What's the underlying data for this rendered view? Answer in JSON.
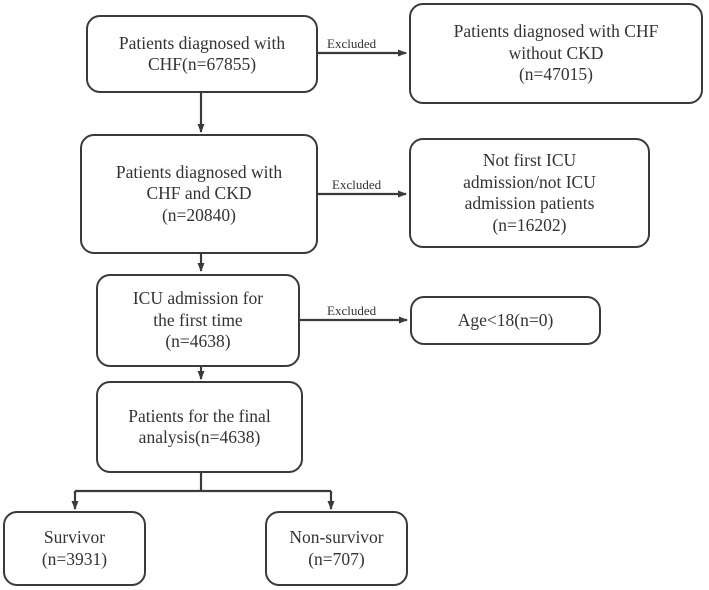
{
  "nodes": {
    "chf": {
      "lines": [
        "Patients diagnosed with",
        "CHF(n=67855)"
      ]
    },
    "chf_no_ckd": {
      "lines": [
        "Patients diagnosed with CHF",
        "without CKD",
        "(n=47015)"
      ]
    },
    "chf_ckd": {
      "lines": [
        "Patients diagnosed with",
        "CHF and CKD",
        "(n=20840)"
      ]
    },
    "not_first_icu": {
      "lines": [
        "Not first ICU",
        "admission/not ICU",
        "admission patients",
        "(n=16202)"
      ]
    },
    "icu_first": {
      "lines": [
        "ICU admission for",
        "the first time",
        "(n=4638)"
      ]
    },
    "age": {
      "lines": [
        "Age<18(n=0)"
      ]
    },
    "final": {
      "lines": [
        "Patients for the final",
        "analysis(n=4638)"
      ]
    },
    "survivor": {
      "lines": [
        "Survivor",
        "(n=3931)"
      ]
    },
    "non_survivor": {
      "lines": [
        "Non-survivor",
        "(n=707)"
      ]
    }
  },
  "edge_labels": {
    "excluded_1": "Excluded",
    "excluded_2": "Excluded",
    "excluded_3": "Excluded"
  },
  "colors": {
    "stroke": "#3a3a3a",
    "text": "#333333",
    "background": "#ffffff"
  }
}
